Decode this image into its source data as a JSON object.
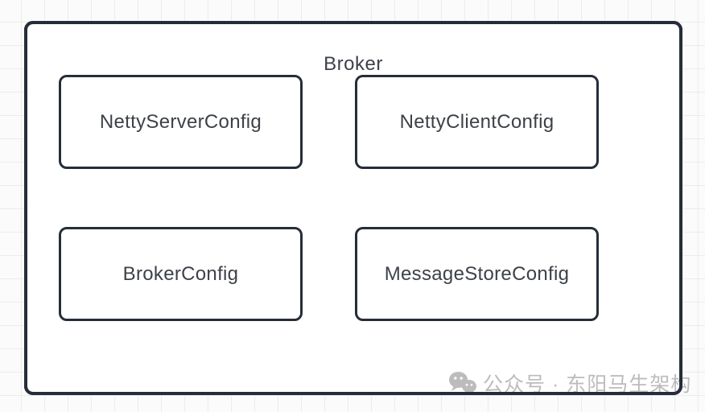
{
  "diagram": {
    "title": "Broker",
    "boxes": [
      {
        "label": "NettyServerConfig"
      },
      {
        "label": "NettyClientConfig"
      },
      {
        "label": "BrokerConfig"
      },
      {
        "label": "MessageStoreConfig"
      }
    ]
  },
  "watermark": {
    "icon": "wechat-icon",
    "text": "公众号 · 东阳马生架构"
  },
  "colors": {
    "box_border": "#252e38",
    "box_text": "#3d4248",
    "box_fill": "#ffffff",
    "watermark_gray": "#bcbcbc",
    "grid_line": "#ececec",
    "page_background": "#fbfbfb"
  }
}
